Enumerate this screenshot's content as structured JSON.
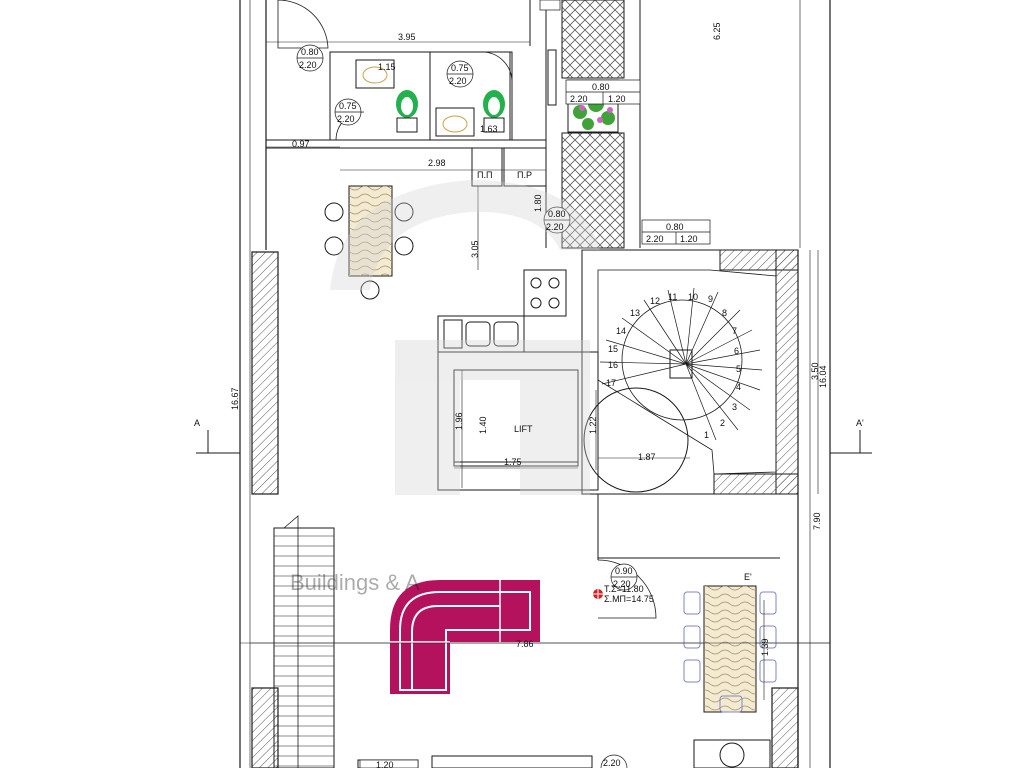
{
  "dimensions": {
    "top_room_width": "3.95",
    "height_top_right": "6.25",
    "wc_width": "0.97",
    "kitchen_width": "2.98",
    "dining_depth": "3.05",
    "corridor": "1.80",
    "total_height_left": "16.67",
    "total_height_right": "16.04",
    "stair_depth": "3.50",
    "lower_height": "7.90",
    "living_width": "7.86",
    "table_width": "1.39",
    "lift_depth": "1.40",
    "lift_width": "1.75",
    "lift_side": "1.96",
    "stair_circle_width": "1.87",
    "stair_circle_height": "1.22",
    "basin_a": "1.15",
    "basin_b": "1.63"
  },
  "doors": [
    {
      "w": "0.80",
      "h": "2.20"
    },
    {
      "w": "0.75",
      "h": "2.20"
    },
    {
      "w": "0.75",
      "h": "2.20"
    },
    {
      "w": "0.80",
      "h": "2.20"
    },
    {
      "w": "0.90",
      "h": "2.20"
    },
    {
      "w": "2.20",
      "h": ""
    }
  ],
  "windows": [
    {
      "w": "0.80",
      "a": "2.20",
      "b": "1.20"
    },
    {
      "w": "0.80",
      "a": "2.20",
      "b": "1.20"
    }
  ],
  "labels": {
    "lift": "LIFT",
    "section_left": "A",
    "section_right": "A'",
    "e_mark": "E'",
    "pp": "Π.Π",
    "pr": "Π.Ρ",
    "level_1": "Τ.Σ=11.80",
    "level_2": "Σ.ΜΠ=14.75",
    "bottom_left_dim": "1.20",
    "watermark": "Buildings & A"
  },
  "stair_steps": [
    "1",
    "2",
    "3",
    "4",
    "5",
    "6",
    "7",
    "8",
    "9",
    "10",
    "11",
    "12",
    "13",
    "14",
    "15",
    "16",
    "17"
  ],
  "colors": {
    "sofa": "#b5125e",
    "wall_line": "#1a1a1a",
    "hatch": "#555555",
    "furniture_blue": "#7f86c9",
    "toilet_green": "#23b14d",
    "plant_green": "#3fa33a",
    "plant_flower": "#d064c6"
  }
}
